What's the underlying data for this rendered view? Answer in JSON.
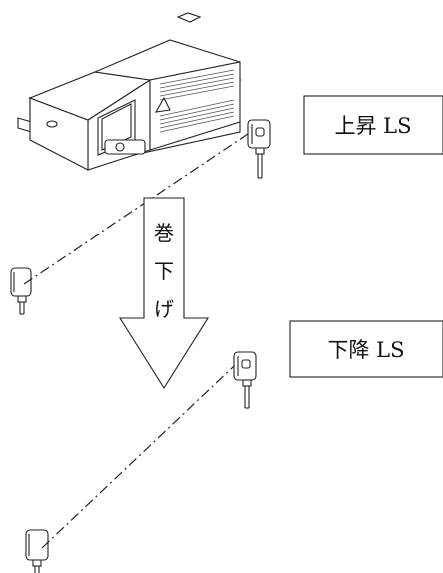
{
  "labels": {
    "upper_ls": "上昇 LS",
    "lower_ls": "下降 LS"
  },
  "arrow": {
    "chars": [
      "巻",
      "下",
      "げ"
    ]
  },
  "colors": {
    "line": "#222222",
    "background": "#ffffff"
  }
}
